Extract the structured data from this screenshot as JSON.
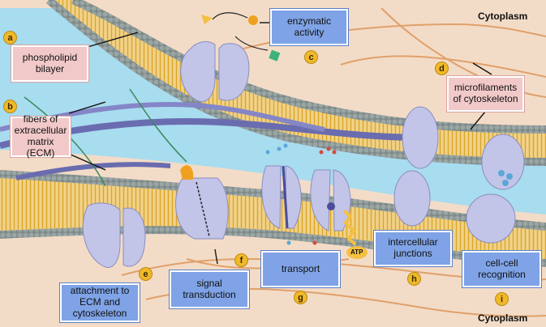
{
  "cytoplasm_top": "Cytoplasm",
  "cytoplasm_bottom": "Cytoplasm",
  "labels": {
    "a": {
      "letter": "a",
      "text": "phospholipid\nbilayer"
    },
    "b": {
      "letter": "b",
      "text": "fibers of\nextracellular\nmatrix (ECM)"
    },
    "c": {
      "letter": "c",
      "text": "enzymatic\nactivity"
    },
    "d": {
      "letter": "d",
      "text": "microfilaments\nof cytoskeleton"
    },
    "e": {
      "letter": "e",
      "text": "attachment to\nECM and\ncytoskeleton"
    },
    "f": {
      "letter": "f",
      "text": "signal\ntransduction"
    },
    "g": {
      "letter": "g",
      "text": "transport"
    },
    "h": {
      "letter": "h",
      "text": "intercellular\njunctions"
    },
    "i": {
      "letter": "i",
      "text": "cell-cell\nrecognition"
    }
  },
  "atp": "ATP",
  "colors": {
    "extracellular": "#a8dcef",
    "cytoplasm": "#f3dcc7",
    "lipid_head": "#8f9a98",
    "lipid_tail": "#e9c14a",
    "protein": "#c2c5e8",
    "fiber": "#6a6cb0",
    "label_pink": "#f2c9c9",
    "label_blue": "#7fa3e6",
    "letter_circle": "#f0b92a"
  }
}
